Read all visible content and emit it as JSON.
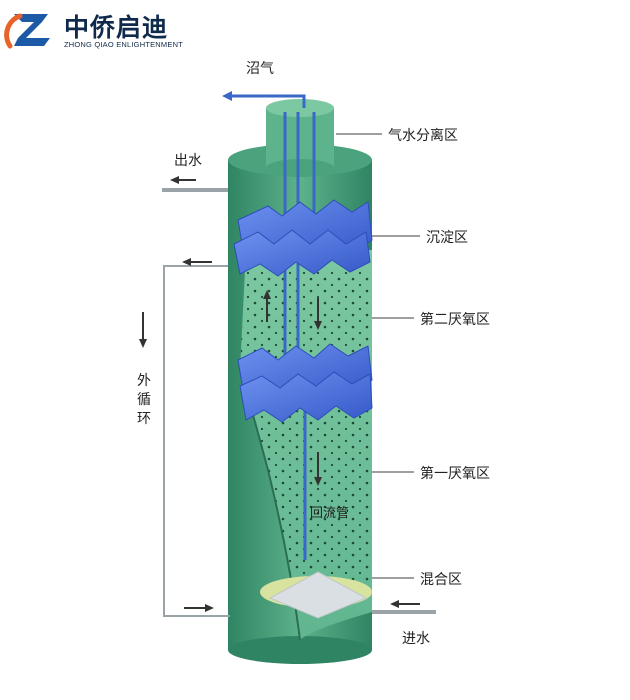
{
  "logo": {
    "cn": "中侨启迪",
    "en": "ZHONG QIAO ENLIGHTENMENT",
    "colors": {
      "orange": "#e8632a",
      "blue": "#1c5aa8",
      "text": "#0f2a4a"
    }
  },
  "labels": {
    "biogas": "沼气",
    "gas_water_separation": "气水分离区",
    "outlet": "出水",
    "settling": "沉淀区",
    "second_anaerobic": "第二厌氧区",
    "external_circulation": "外循环",
    "first_anaerobic": "第一厌氧区",
    "return_pipe": "回流管",
    "mixing": "混合区",
    "inlet": "进水"
  },
  "colors": {
    "tank": "#3f9c78",
    "tank_light": "#6bbf97",
    "settler_plates": "#4f78e0",
    "pipe": "#3a68c8",
    "floor": "#d9e3a0",
    "cone": "#d9dfe2",
    "circulation_line": "#9aa3a8",
    "arrow": "#333333"
  }
}
